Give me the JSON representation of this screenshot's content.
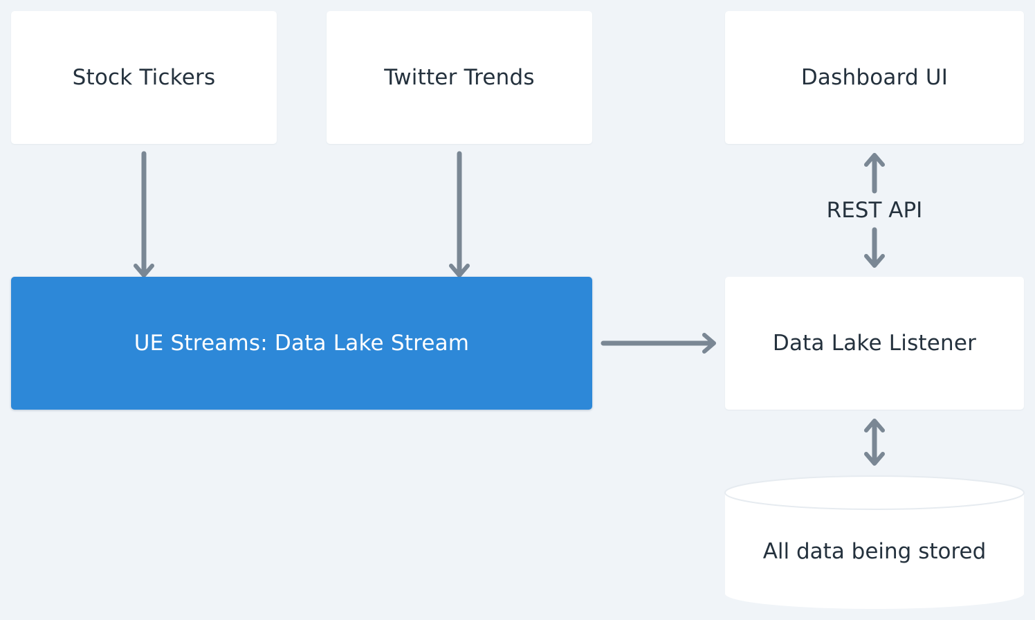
{
  "nodes": {
    "stock_tickers": "Stock Tickers",
    "twitter_trends": "Twitter Trends",
    "dashboard_ui": "Dashboard UI",
    "stream": "UE Streams: Data Lake Stream",
    "listener": "Data Lake Listener",
    "storage": "All data being stored"
  },
  "edges": {
    "rest_api_label": "REST API"
  },
  "colors": {
    "background": "#f0f4f8",
    "node": "#ffffff",
    "primary_node": "#2d88d8",
    "arrow": "#7a8794",
    "text": "#24313d"
  }
}
